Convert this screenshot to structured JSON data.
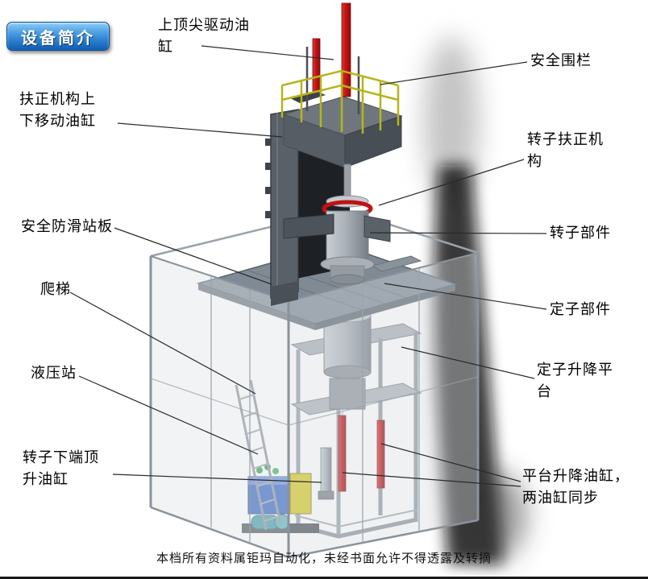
{
  "badge": {
    "label": "设备简介"
  },
  "footer": {
    "text": "本档所有资料属钜玛自动化，未经书面允许不得透露及转摘"
  },
  "labels": [
    {
      "id": "top-center-drive-cylinder",
      "text": "上顶尖驱动油\n缸"
    },
    {
      "id": "safety-fence",
      "text": "安全围栏"
    },
    {
      "id": "alignment-updown-cylinder",
      "text": "扶正机构上\n下移动油缸"
    },
    {
      "id": "rotor-alignment-mechanism",
      "text": "转子扶正机\n构"
    },
    {
      "id": "anti-slip-deck",
      "text": "安全防滑站板"
    },
    {
      "id": "rotor-part",
      "text": "转子部件"
    },
    {
      "id": "ladder",
      "text": "爬梯"
    },
    {
      "id": "stator-part",
      "text": "定子部件"
    },
    {
      "id": "hydraulic-station",
      "text": "液压站"
    },
    {
      "id": "stator-lift-platform",
      "text": "定子升降平\n台"
    },
    {
      "id": "rotor-bottom-jack-cylinder",
      "text": "转子下端顶\n升油缸"
    },
    {
      "id": "platform-lift-cylinders",
      "text": "平台升降油缸，\n两油缸同步"
    }
  ],
  "colors": {
    "badge_blue": "#1565c0",
    "cylinder_red": "#c01212",
    "fence_yellow": "#b5b51a",
    "hydraulic_blue": "#2f62c4",
    "machine_gray": "#7f8a95"
  }
}
